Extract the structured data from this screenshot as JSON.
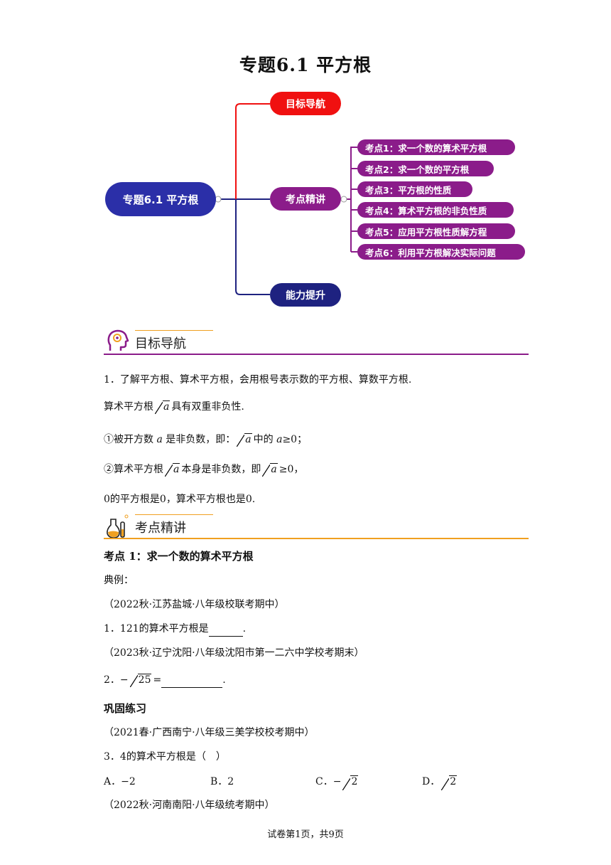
{
  "title": "专题6.1  平方根",
  "mindmap": {
    "root": "专题6.1 平方根",
    "branch_goal": "目标导航",
    "branch_points": "考点精讲",
    "branch_ability": "能力提升",
    "points": [
      "考点1：求一个数的算术平方根",
      "考点2：求一个数的平方根",
      "考点3：平方根的性质",
      "考点4：算术平方根的非负性质",
      "考点5：应用平方根性质解方程",
      "考点6：利用平方根解决实际问题"
    ],
    "colors": {
      "root": "#2b2fa8",
      "goal": "#f01010",
      "points": "#8b1c8a",
      "ability": "#1e2280"
    }
  },
  "section_goal": {
    "heading": "目标导航",
    "line1": "1．了解平方根、算术平方根，会用根号表示数的平方根、算数平方根.",
    "line2_pre": "算术平方根",
    "line2_post": "具有双重非负性.",
    "line3_pre": "①被开方数",
    "line3_mid": "是非负数，即：",
    "line3_post_a": "中的",
    "line3_post_b": "≥0；",
    "line4_pre": "②算术平方根",
    "line4_mid": "本身是非负数，即",
    "line4_post": "≥0，",
    "line5": "0的平方根是0，算术平方根也是0.",
    "var_a": "a"
  },
  "section_points": {
    "heading": "考点精讲",
    "point1_title": "考点 1：求一个数的算术平方根",
    "example_label": "典例：",
    "src1": "（2022秋·江苏盐城·八年级校联考期中）",
    "q1_pre": "1．121的算术平方根是",
    "q1_post": ".",
    "src2": "（2023秋·辽宁沈阳·八年级沈阳市第一二六中学校考期末）",
    "q2_pre": "2．",
    "q2_minus": "−",
    "q2_rad": "25",
    "q2_eq": "=",
    "q2_post": ".",
    "practice_label": "巩固练习",
    "src3": "（2021春·广西南宁·八年级三美学校校考期中）",
    "q3": "3．4的算术平方根是（　）",
    "optA": "A．−2",
    "optB": "B．2",
    "optC_pre": "C．−",
    "optC_rad": "2",
    "optD_pre": "D．",
    "optD_rad": "2",
    "src4": "（2022秋·河南南阳·八年级统考期中）"
  },
  "footer": "试卷第1页，共9页"
}
